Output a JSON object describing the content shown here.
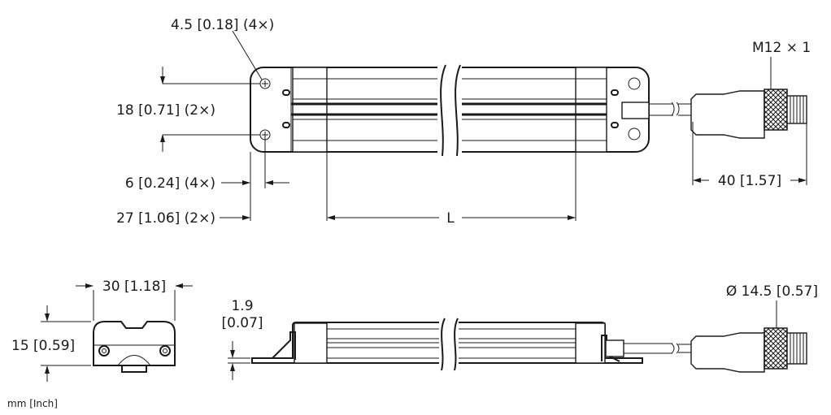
{
  "drawing": {
    "top_view": {
      "hole_dim": "4.5 [0.18] (4×)",
      "thread_dim": "M12 × 1",
      "hole_spacing_dim": "18 [0.71] (2×)",
      "hole_offset_dim": "6 [0.24] (4×)",
      "endcap_dim": "27 [1.06] (2×)",
      "length_dim": "L",
      "connector_length_dim": "40 [1.57]"
    },
    "end_view": {
      "width_dim": "30 [1.18]",
      "height_dim": "15 [0.59]"
    },
    "side_view": {
      "plate_thickness_dim_line1": "1.9",
      "plate_thickness_dim_line2": "[0.07]",
      "connector_diameter_dim": "Ø 14.5 [0.57]"
    },
    "units_note": "mm [Inch]"
  }
}
